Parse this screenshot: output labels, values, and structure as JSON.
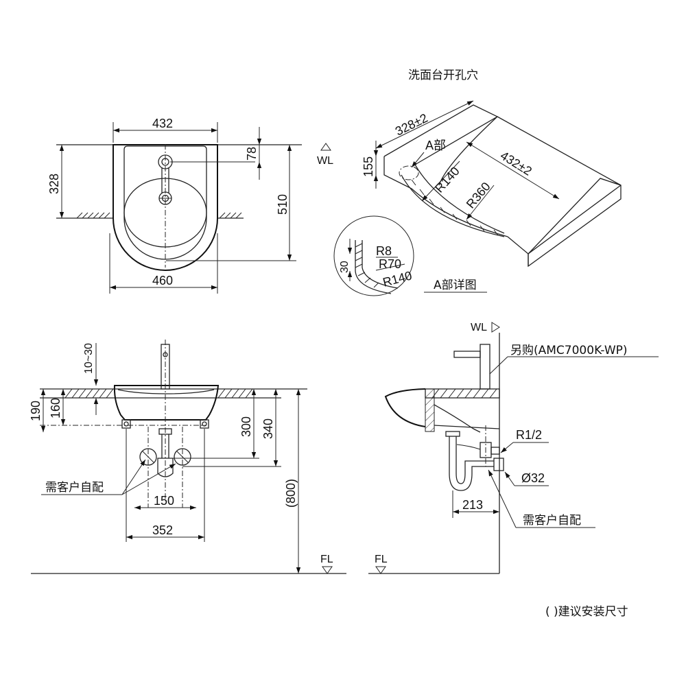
{
  "top_view": {
    "dim_width_top": "432",
    "dim_width_bottom": "460",
    "dim_depth": "328",
    "dim_hole_offset": "78",
    "dim_total_depth": "510",
    "wl_label": "WL"
  },
  "cutout": {
    "title": "洗面台开孔穴",
    "dim_depth": "328±2",
    "dim_width": "432±2",
    "dim_thickness": "155",
    "part_label": "A部",
    "r140": "R140",
    "r360": "R360",
    "detail_title": "A部详图",
    "detail_r8": "R8",
    "detail_r70": "R70",
    "detail_r140": "R140",
    "detail_30": "30"
  },
  "front_view": {
    "dim_10_30": "10~30",
    "dim_190": "190",
    "dim_160": "160",
    "dim_300": "300",
    "dim_340": "340",
    "dim_800": "(800)",
    "dim_150": "150",
    "dim_352": "352",
    "note_customer": "需客户自配",
    "fl_label": "FL"
  },
  "side_view": {
    "wl_label": "WL",
    "faucet_note": "另购(AMC7000K-WP)",
    "r_half": "R1/2",
    "phi32": "Ø32",
    "dim_213": "213",
    "note_customer": "需客户自配",
    "fl_label": "FL"
  },
  "footnote": "(    )建议安装尺寸"
}
